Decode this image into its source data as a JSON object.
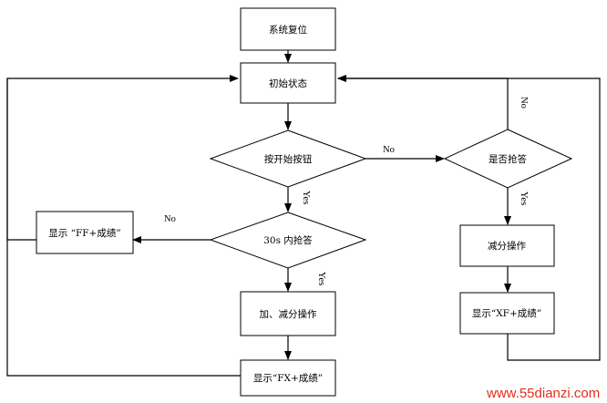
{
  "nodes": {
    "reset": "系统复位",
    "initial": "初始状态",
    "press_start": "按开始按钮",
    "answer_check": "是否抢答",
    "answer_30s": "30s 内抢答",
    "show_ff": "显示 “FF+成绩”",
    "deduct": "减分操作",
    "add_deduct": "加、减分操作",
    "show_xf": "显示“XF+成绩”",
    "show_fx": "显示“FX+成绩”"
  },
  "edge_labels": {
    "start_no": "No",
    "check_no": "No",
    "check_yes": "Yes",
    "start_yes": "Yes",
    "timeout_no": "No",
    "answered_yes": "Yes"
  },
  "watermark": "www.55dianzi.com",
  "colors": {
    "line": "#000000",
    "watermark": "#e0301e"
  }
}
